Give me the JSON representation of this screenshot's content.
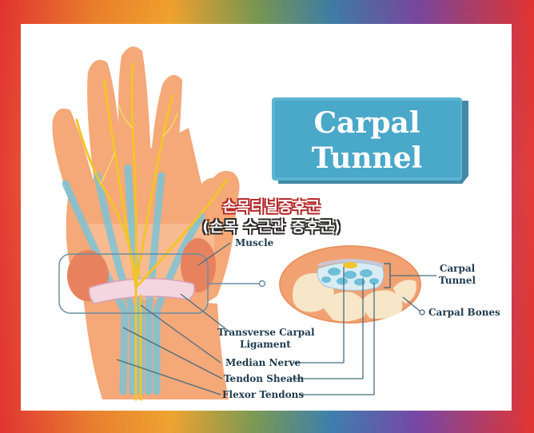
{
  "title": {
    "line1": "Carpal",
    "line2": "Tunnel"
  },
  "overlay": {
    "line1": "손목터널증후군",
    "line2": "(손목 수근관 증후군)"
  },
  "labels": {
    "muscle": "Muscle",
    "transverse_line1": "Transverse Carpal",
    "transverse_line2": "Ligament",
    "median_nerve": "Median Nerve",
    "tendon_sheath": "Tendon Sheath",
    "flexor_tendons": "Flexor Tendons",
    "carpal_tunnel_line1": "Carpal",
    "carpal_tunnel_line2": "Tunnel",
    "carpal_bones": "Carpal Bones"
  },
  "colors": {
    "skin": "#f5a878",
    "skin_light": "#f9c6a2",
    "nerve": "#f3c42a",
    "tendon": "#7cc4d8",
    "muscle": "#e8825e",
    "title_bg": "#3d9bbd",
    "label_text": "#1e3a4e",
    "callout_line": "#4a6c80"
  }
}
